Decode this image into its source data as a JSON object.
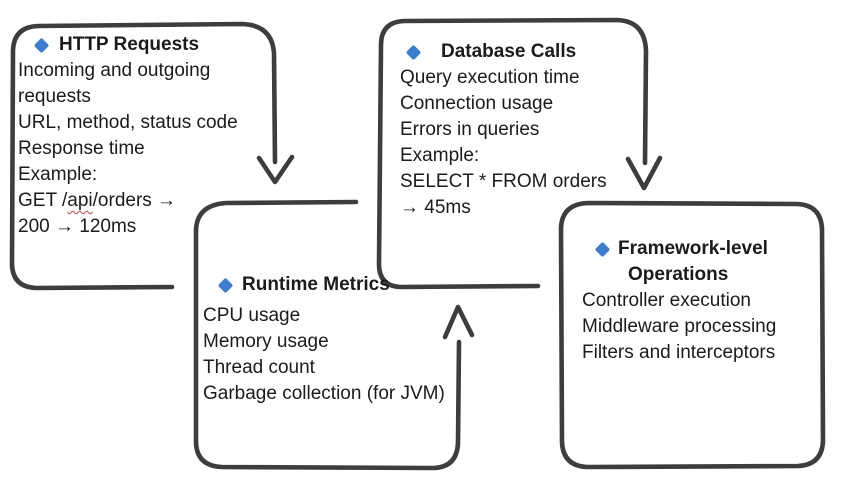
{
  "theme": {
    "stroke_color": "#3d3d3d",
    "text_color": "#1b1b1b",
    "diamond_color": "#3b7dd1",
    "squiggle_color": "#e03a3a",
    "background": "#ffffff"
  },
  "diagram": {
    "boxes": [
      {
        "id": "http-requests",
        "title": "HTTP Requests",
        "lines": [
          "Incoming and outgoing",
          "requests",
          "URL, method, status code",
          "Response time",
          "Example:"
        ],
        "example_request": {
          "pre": "GET /",
          "typo_word": "api",
          "post": "/orders →"
        },
        "result_line": "200 → 120ms"
      },
      {
        "id": "database-calls",
        "title": "Database Calls",
        "lines": [
          "Query execution time",
          "Connection usage",
          "Errors in queries",
          "Example:",
          "SELECT * FROM orders",
          "→ 45ms"
        ]
      },
      {
        "id": "runtime-metrics",
        "title": "Runtime Metrics",
        "lines": [
          "CPU usage",
          "Memory usage",
          "Thread count",
          "Garbage collection (for JVM)"
        ]
      },
      {
        "id": "framework-operations",
        "title_line1": "Framework-level",
        "title_line2": "Operations",
        "lines": [
          "Controller execution",
          "Middleware processing",
          "Filters and interceptors"
        ]
      }
    ],
    "connections": [
      {
        "from": "HTTP Requests",
        "to": "Runtime Metrics",
        "direction": "down"
      },
      {
        "from": "Database Calls",
        "to": "Framework-level Operations",
        "direction": "down"
      },
      {
        "from": "Runtime Metrics",
        "to": "Database Calls",
        "direction": "up"
      }
    ]
  }
}
